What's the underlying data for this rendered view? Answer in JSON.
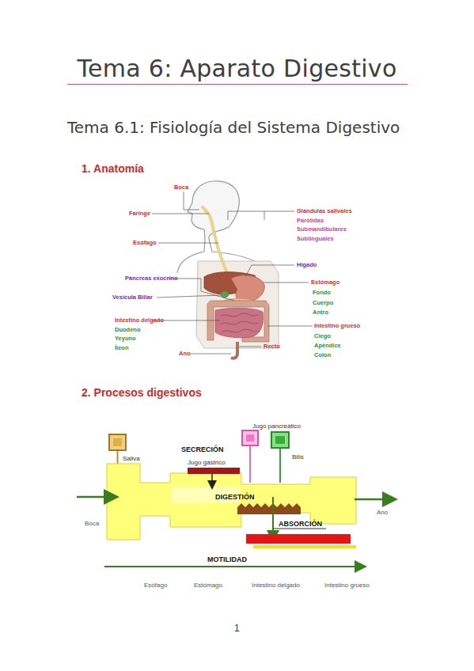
{
  "diagram": {
    "title": "Tema 6: Aparato Digestivo",
    "nodes": [
      {
        "text": [
          "Saliva"
        ]
      },
      {
        "text": [
          "Jugo pancreático"
        ]
      },
      {
        "text": [
          "Bilis"
        ]
      },
      {
        "text": [
          "DIGESTIÓN"
        ]
      }
    ],
    "edges": [
      {
        "from": 0,
        "to": 3,
        "arrow": "none"
      },
      {
        "from": 1,
        "to": 3,
        "arrow": "none"
      },
      {
        "from": 2,
        "to": 3,
        "arrow": "none"
      }
    ],
    "labels": [
      "Tema 6.1: Fisiología del Sistema Digestivo",
      "1. Anatomía",
      "Boca",
      "Faringe",
      "Esófago",
      "Páncreas exocrino",
      "Vesícula Biliar",
      "Intestino delgado",
      "Duodeno",
      "Yeyuno",
      "Íleon",
      "Ano",
      "Glándulas salivales",
      "Parótidas",
      "Submandibulares",
      "Sublinguales",
      "Hígado",
      "Estómago",
      "Fondo",
      "Cuerpo",
      "Antro",
      "Intestino grueso",
      "Ciego",
      "Apéndice",
      "Colon",
      "Recto",
      "2. Procesos digestivos",
      "SECRECIÓN",
      "Jugo gástrico",
      "ABSORCIÓN",
      "MOTILIDAD",
      "Boca",
      "Ano",
      "Esófago",
      "Estómago",
      "Intestino delgado",
      "Intestino grueso",
      "1"
    ]
  }
}
